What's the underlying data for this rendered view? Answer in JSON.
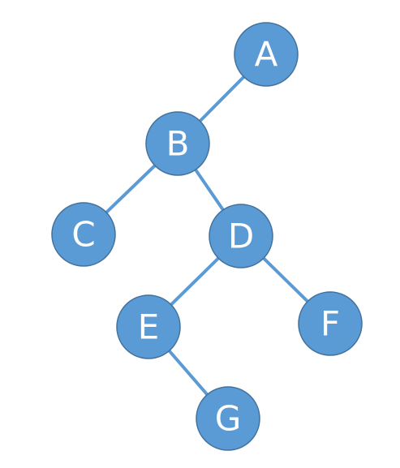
{
  "colors": {
    "node_fill": "#5b9bd5",
    "node_stroke": "#41719c",
    "edge": "#5b9bd5",
    "label": "#ffffff"
  },
  "tree": {
    "nodes": [
      {
        "id": "A",
        "label": "A"
      },
      {
        "id": "B",
        "label": "B"
      },
      {
        "id": "C",
        "label": "C"
      },
      {
        "id": "D",
        "label": "D"
      },
      {
        "id": "E",
        "label": "E"
      },
      {
        "id": "F",
        "label": "F"
      },
      {
        "id": "G",
        "label": "G"
      }
    ],
    "edges": [
      {
        "from": "A",
        "to": "B"
      },
      {
        "from": "B",
        "to": "C"
      },
      {
        "from": "B",
        "to": "D"
      },
      {
        "from": "D",
        "to": "E"
      },
      {
        "from": "D",
        "to": "F"
      },
      {
        "from": "E",
        "to": "G"
      }
    ]
  }
}
